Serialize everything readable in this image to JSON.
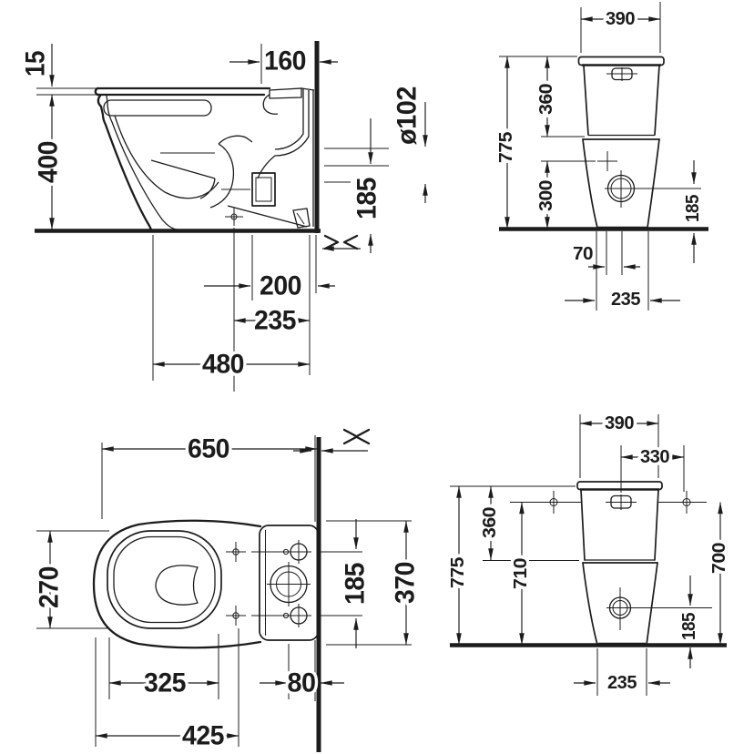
{
  "drawing": {
    "colors": {
      "line": "#1c1c1c",
      "background": "#ffffff",
      "shade": "#9a9a9a"
    },
    "side": {
      "d15": "15",
      "d400": "400",
      "d160": "160",
      "dia102": "ø102",
      "d185": "185",
      "d200": "200",
      "d235": "235",
      "d480": "480"
    },
    "front": {
      "d390": "390",
      "d775": "775",
      "d360": "360",
      "d300": "300",
      "d185": "185",
      "d70": "70",
      "d235": "235"
    },
    "plan": {
      "d650": "650",
      "d270": "270",
      "d185": "185",
      "d370": "370",
      "d325": "325",
      "d80": "80",
      "d425": "425"
    },
    "rear": {
      "d390": "390",
      "d330": "330",
      "d775": "775",
      "d360": "360",
      "d710": "710",
      "d700": "700",
      "d185": "185",
      "d235": "235"
    }
  }
}
